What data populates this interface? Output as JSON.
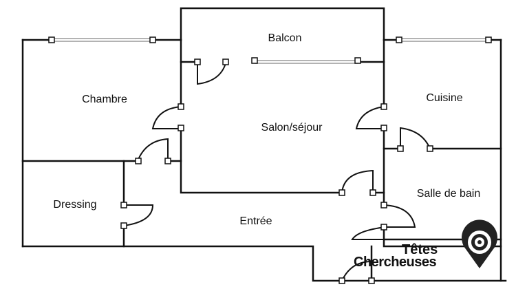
{
  "rooms": {
    "balcon": "Balcon",
    "chambre": "Chambre",
    "salon": "Salon/séjour",
    "cuisine": "Cuisine",
    "dressing": "Dressing",
    "entree": "Entrée",
    "salle_de_bain": "Salle de bain"
  },
  "logo": {
    "line1": "Têtes",
    "line2": "Chercheuses",
    "icon": "location-target-icon"
  },
  "colors": {
    "walls": "#111111",
    "window": "#9a9a9a"
  }
}
